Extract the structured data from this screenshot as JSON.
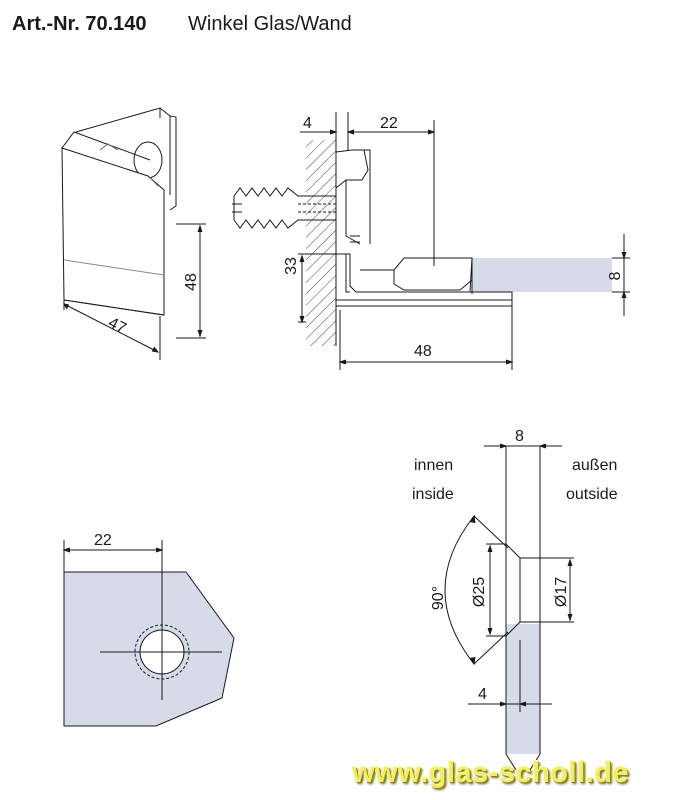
{
  "header": {
    "article_number": "Art.-Nr. 70.140",
    "title": "Winkel Glas/Wand"
  },
  "dimensions": {
    "perspective_depth": "47",
    "perspective_height": "48",
    "side_wall_thickness": "4",
    "side_width": "22",
    "side_height": "33",
    "side_glass": "8",
    "side_length": "48",
    "plan_width": "22",
    "detail_glass": "8",
    "detail_angle": "90°",
    "detail_outer_diameter": "Ø25",
    "detail_inner_diameter": "Ø17",
    "detail_offset": "4"
  },
  "labels": {
    "inner_de": "innen",
    "inner_en": "inside",
    "outer_de": "außen",
    "outer_en": "outside"
  },
  "footer": {
    "url": "www.glas-scholl.de"
  },
  "colors": {
    "glass": "#d7dbe9",
    "line": "#1a1a1a",
    "wall_hatch": "#444444",
    "url": "#f2ee64"
  }
}
